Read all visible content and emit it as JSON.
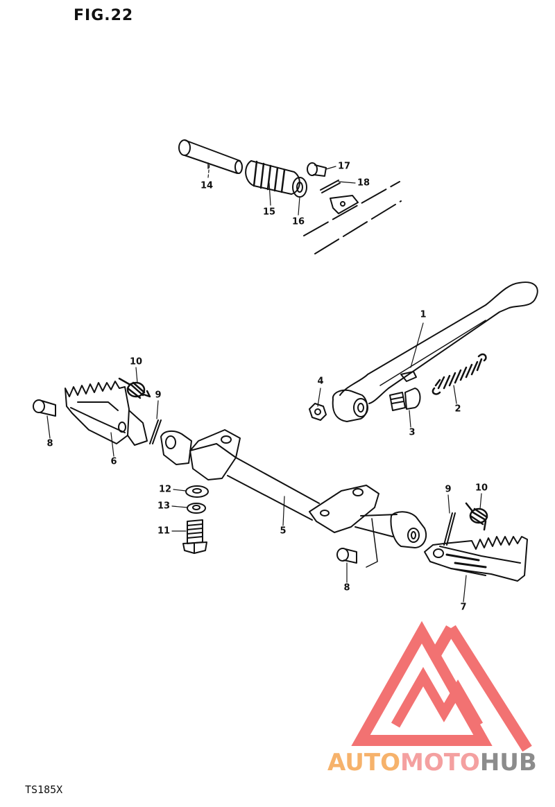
{
  "figure_title": "FIG.22",
  "model_code": "TS185X",
  "callouts": [
    {
      "id": "c1",
      "label": "1"
    },
    {
      "id": "c2",
      "label": "2"
    },
    {
      "id": "c3",
      "label": "3"
    },
    {
      "id": "c4",
      "label": "4"
    },
    {
      "id": "c5",
      "label": "5"
    },
    {
      "id": "c6",
      "label": "6"
    },
    {
      "id": "c7",
      "label": "7"
    },
    {
      "id": "c8a",
      "label": "8"
    },
    {
      "id": "c8b",
      "label": "8"
    },
    {
      "id": "c9a",
      "label": "9"
    },
    {
      "id": "c9b",
      "label": "9"
    },
    {
      "id": "c10a",
      "label": "10"
    },
    {
      "id": "c10b",
      "label": "10"
    },
    {
      "id": "c11",
      "label": "11"
    },
    {
      "id": "c12",
      "label": "12"
    },
    {
      "id": "c13",
      "label": "13"
    },
    {
      "id": "c14",
      "label": "14"
    },
    {
      "id": "c15",
      "label": "15"
    },
    {
      "id": "c16",
      "label": "16"
    },
    {
      "id": "c17",
      "label": "17"
    },
    {
      "id": "c18",
      "label": "18"
    }
  ],
  "watermark": {
    "part1": "AUTO",
    "part2": "MOTO",
    "part3": "HUB",
    "colors": {
      "part1": "#f6b26b",
      "part2": "#f4a0a0",
      "part3": "#8c8c8c",
      "logo": "#f05a5a"
    }
  }
}
